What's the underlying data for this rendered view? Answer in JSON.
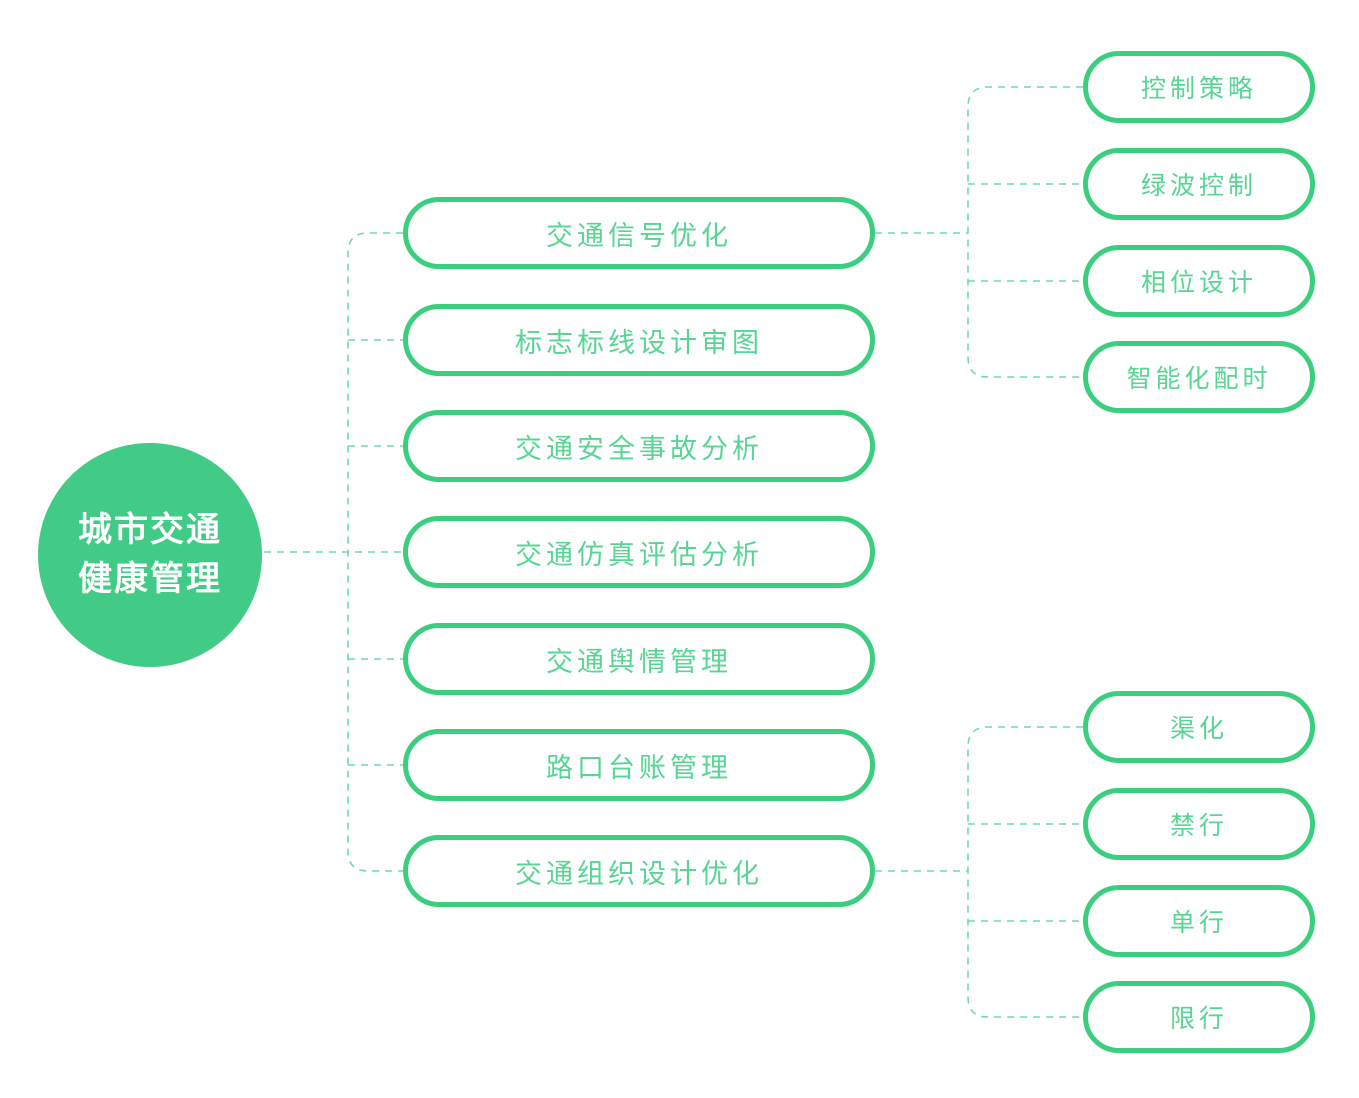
{
  "diagram": {
    "type": "mindmap",
    "root": {
      "label": "城市交通健康管理",
      "line1": "城市交通",
      "line2": "健康管理"
    },
    "branches": [
      {
        "label": "交通信号优化",
        "children": [
          "控制策略",
          "绿波控制",
          "相位设计",
          "智能化配时"
        ]
      },
      {
        "label": "标志标线设计审图",
        "children": []
      },
      {
        "label": "交通安全事故分析",
        "children": []
      },
      {
        "label": "交通仿真评估分析",
        "children": []
      },
      {
        "label": "交通舆情管理",
        "children": []
      },
      {
        "label": "路口台账管理",
        "children": []
      },
      {
        "label": "交通组织设计优化",
        "children": [
          "渠化",
          "禁行",
          "单行",
          "限行"
        ]
      }
    ],
    "colors": {
      "node_border": "#3bce7e",
      "node_text": "#58d593",
      "root_fill": "#41cb86",
      "root_text": "#ffffff",
      "connector": "#6cdcaa",
      "background": "#ffffff"
    }
  }
}
